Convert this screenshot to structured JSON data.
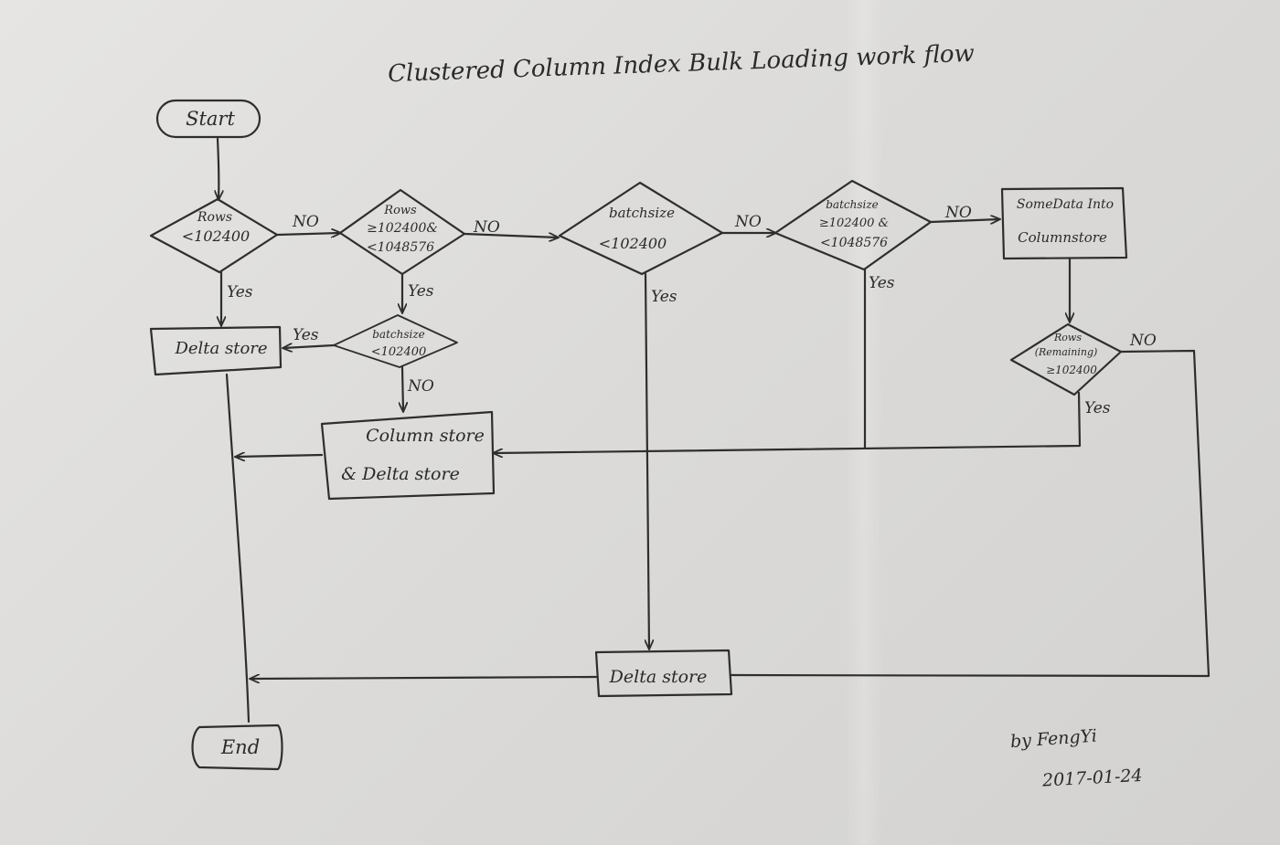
{
  "title": "Clustered Column Index Bulk Loading work flow",
  "nodes": {
    "start": "Start",
    "end": "End",
    "d1": [
      "Rows",
      "<102400"
    ],
    "d2": [
      "Rows",
      "≥102400&",
      "<1048576"
    ],
    "d3": [
      "batchsize",
      "<102400"
    ],
    "d4": [
      "batchsize",
      "≥102400 &",
      "<1048576"
    ],
    "d5": [
      "batchsize",
      "<102400"
    ],
    "d6": [
      "Rows",
      "(Remaining)",
      "≥102400"
    ],
    "box_delta1": "Delta store",
    "box_cs_delta": [
      "Column store",
      "& Delta store"
    ],
    "box_some": [
      "SomeData Into",
      "Columnstore"
    ],
    "box_delta2": "Delta store"
  },
  "labels": {
    "no": "NO",
    "yes": "Yes"
  },
  "author": {
    "by": "by FengYi",
    "date": "2017-01-24"
  },
  "colors": {
    "ink": "#2e2e2e",
    "paper": "#e3e2e0"
  }
}
